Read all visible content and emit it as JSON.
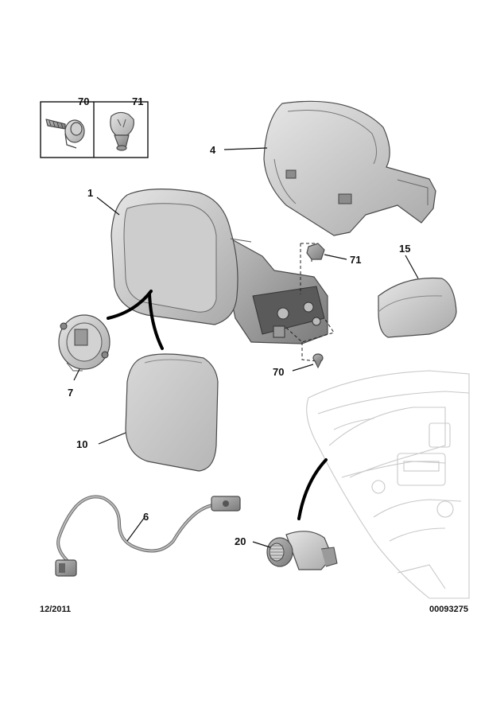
{
  "diagram": {
    "callouts": [
      {
        "id": "inset-70",
        "label": "70"
      },
      {
        "id": "inset-71",
        "label": "71"
      },
      {
        "id": "mirror-cover",
        "label": "4"
      },
      {
        "id": "mirror-assembly",
        "label": "1"
      },
      {
        "id": "screw",
        "label": "71"
      },
      {
        "id": "end-cap",
        "label": "15"
      },
      {
        "id": "mirror-motor",
        "label": "7"
      },
      {
        "id": "clip",
        "label": "70"
      },
      {
        "id": "mirror-glass",
        "label": "10"
      },
      {
        "id": "wiring-harness",
        "label": "6"
      },
      {
        "id": "adjust-switch",
        "label": "20"
      }
    ],
    "footer": {
      "date": "12/2011",
      "reference": "00093275"
    }
  }
}
